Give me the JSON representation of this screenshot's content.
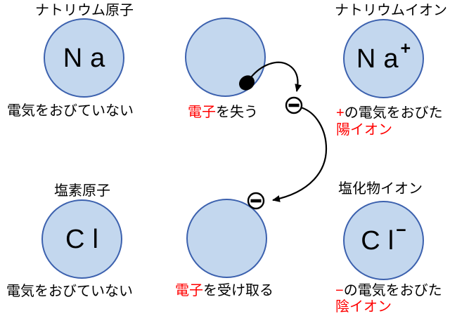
{
  "colors": {
    "circle_fill": "#C3D7EE",
    "circle_stroke": "#3C61AE",
    "highlight_red": "#FF0000",
    "text_black": "#000000",
    "electron_black": "#000000",
    "background": "#FFFFFF"
  },
  "na_atom": {
    "title": "ナトリウム原子",
    "symbol": "Na",
    "caption": "電気をおびていない"
  },
  "na_transfer": {
    "caption_highlight": "電子",
    "caption_rest": "を失う"
  },
  "na_ion": {
    "title": "ナトリウムイオン",
    "symbol": "Na",
    "charge": "+",
    "caption1_highlight": "+",
    "caption1_rest": "の電気をおびた",
    "caption2": "陽イオン"
  },
  "cl_atom": {
    "title": "塩素原子",
    "symbol": "Cl",
    "caption": "電気をおびていない"
  },
  "cl_transfer": {
    "caption_highlight": "電子",
    "caption_rest": "を受け取る"
  },
  "cl_ion": {
    "title": "塩化物イオン",
    "symbol": "Cl",
    "charge": "−",
    "caption1_highlight": "−",
    "caption1_rest": "の電気をおびた",
    "caption2": "陰イオン"
  },
  "icons": {
    "electron_dot": "filled-electron-dot",
    "electron_symbol": "circled-minus-electron",
    "arrow_top": "electron-lost-arrow",
    "arrow_bottom": "electron-gained-arrow"
  }
}
